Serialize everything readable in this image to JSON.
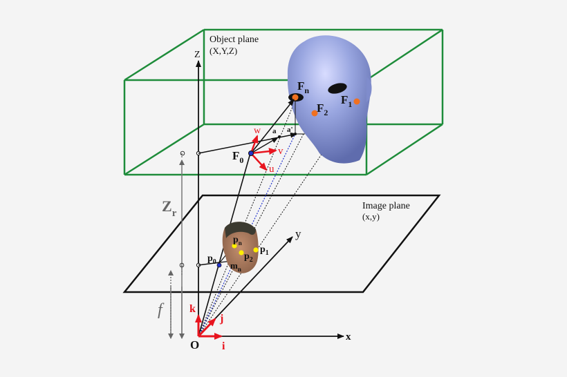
{
  "labels": {
    "object_plane_title": "Object plane",
    "object_plane_coords": "(X,Y,Z)",
    "image_plane_title": "Image plane",
    "image_plane_coords": "(x,y)",
    "axis_z": "Z",
    "axis_x": "x",
    "axis_y": "y",
    "origin": "O",
    "unit_i": "i",
    "unit_j": "j",
    "unit_k": "k",
    "focal_length": "f",
    "zr_main": "Z",
    "zr_sub": "r",
    "F0_main": "F",
    "F0_sub": "0",
    "F1_main": "F",
    "F1_sub": "1",
    "F2_main": "F",
    "F2_sub": "2",
    "Fn_main": "F",
    "Fn_sub": "n",
    "p0_main": "p",
    "p0_sub": "0",
    "p1_main": "p",
    "p1_sub": "1",
    "p2_main": "p",
    "p2_sub": "2",
    "pn_main": "p",
    "pn_sub": "n",
    "mn_main": "m",
    "mn_sub": "n",
    "vec_u": "u",
    "vec_v": "v",
    "vec_w": "w",
    "vec_a": "a",
    "vec_a_prime": "a'"
  },
  "colors": {
    "background": "#f4f4f4",
    "object_box": "#1e8c3a",
    "red_vectors": "#e8141e",
    "projection_blue": "#2233cc",
    "feature_orange": "#f07020",
    "image_point_yellow": "#ffee00",
    "head_3d": "#8f9ed8",
    "face_photo": "#a87a5a"
  }
}
